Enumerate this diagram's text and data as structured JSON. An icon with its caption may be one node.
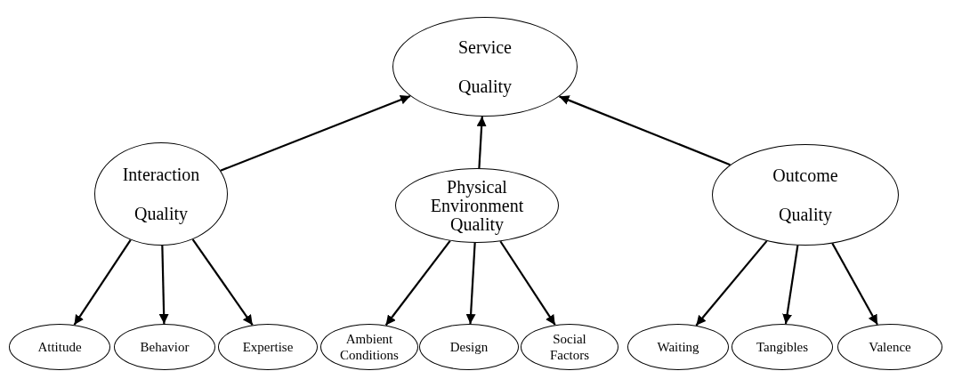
{
  "diagram": {
    "nodes": [
      {
        "text": [
          "Service Quality"
        ]
      },
      {
        "text": [
          "Interaction Quality"
        ]
      },
      {
        "text": [
          "Physical Environment Quality"
        ]
      },
      {
        "text": [
          "Outcome Quality"
        ]
      },
      {
        "text": [
          "Attitude"
        ]
      },
      {
        "text": [
          "Behavior"
        ]
      },
      {
        "text": [
          "Expertise"
        ]
      },
      {
        "text": [
          "Ambient Conditions"
        ]
      },
      {
        "text": [
          "Design"
        ]
      },
      {
        "text": [
          "Social Factors"
        ]
      },
      {
        "text": [
          "Waiting"
        ]
      },
      {
        "text": [
          "Tangibles"
        ]
      },
      {
        "text": [
          "Valence"
        ]
      }
    ],
    "edges": [
      {
        "from": 1,
        "to": 0,
        "arrow": "to"
      },
      {
        "from": 2,
        "to": 0,
        "arrow": "to"
      },
      {
        "from": 3,
        "to": 0,
        "arrow": "to"
      },
      {
        "from": 1,
        "to": 4,
        "arrow": "to"
      },
      {
        "from": 1,
        "to": 5,
        "arrow": "to"
      },
      {
        "from": 1,
        "to": 6,
        "arrow": "to"
      },
      {
        "from": 2,
        "to": 7,
        "arrow": "to"
      },
      {
        "from": 2,
        "to": 8,
        "arrow": "to"
      },
      {
        "from": 2,
        "to": 9,
        "arrow": "to"
      },
      {
        "from": 3,
        "to": 10,
        "arrow": "to"
      },
      {
        "from": 3,
        "to": 11,
        "arrow": "to"
      },
      {
        "from": 3,
        "to": 12,
        "arrow": "to"
      }
    ]
  }
}
